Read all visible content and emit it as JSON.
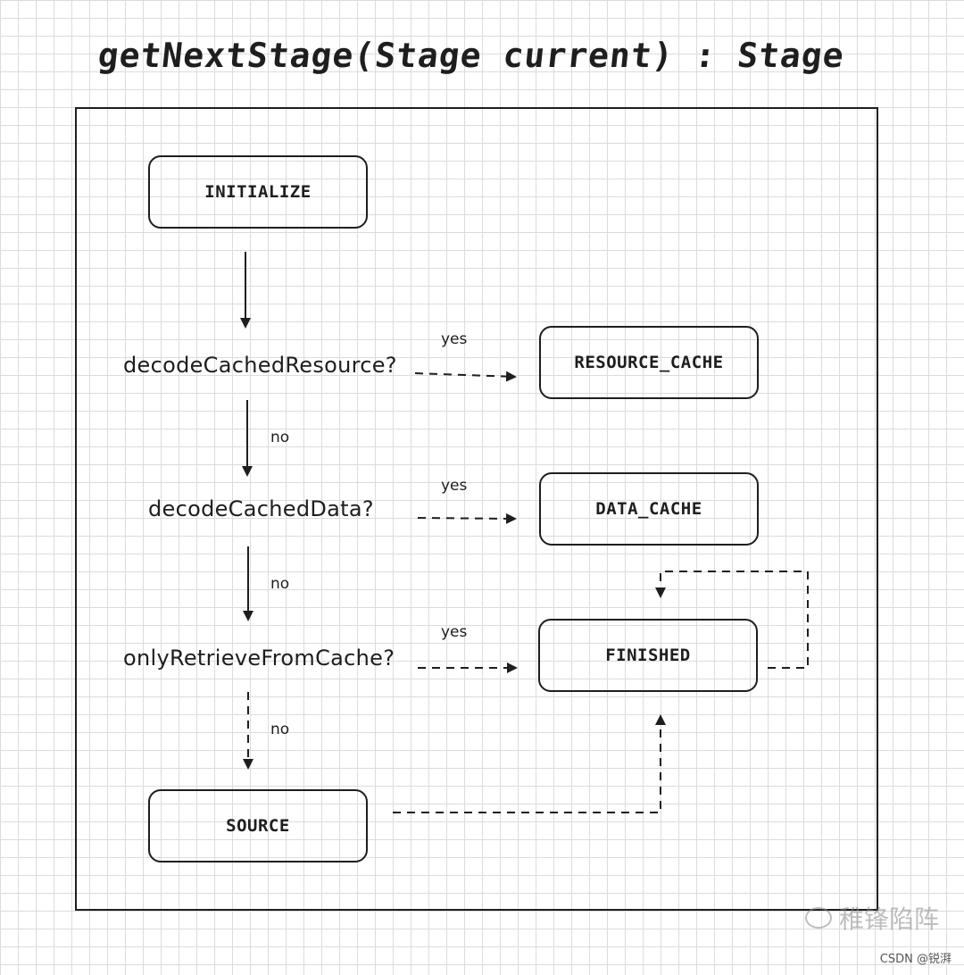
{
  "title": "getNextStage(Stage current) : Stage",
  "nodes": {
    "initialize": "INITIALIZE",
    "resource_cache": "RESOURCE_CACHE",
    "data_cache": "DATA_CACHE",
    "finished": "FINISHED",
    "source": "SOURCE"
  },
  "decisions": {
    "decode_cached_resource": "decodeCachedResource?",
    "decode_cached_data": "decodeCachedData?",
    "only_retrieve_from_cache": "onlyRetrieveFromCache?"
  },
  "edge_labels": {
    "yes": "yes",
    "no": "no"
  },
  "watermark": "稚锋陷阵",
  "footer": "CSDN @锐湃",
  "colors": {
    "stroke": "#1e1e1e",
    "grid": "#dcdcdc",
    "background": "#ffffff"
  }
}
